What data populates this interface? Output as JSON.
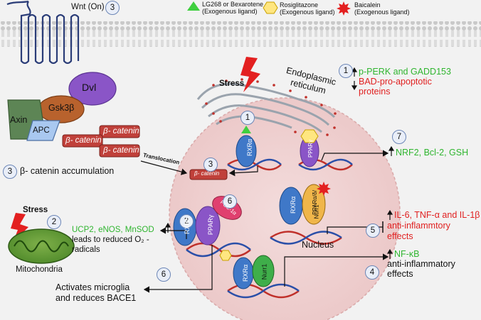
{
  "legend": {
    "ligand1": "LG268 or Bexarotene\n(Exogenous ligand)",
    "ligand1_line1": "LG268 or Bexarotene",
    "ligand1_line2": "(Exogenous ligand)",
    "ligand2_line1": "Rosiglitazone",
    "ligand2_line2": "(Exogenous ligand)",
    "ligand3_line1": "Baicalein",
    "ligand3_line2": "(Exogenous ligand)",
    "colors": {
      "ligand1": "#3fcf3f",
      "ligand2": "#ffe680",
      "ligand3": "#e32020"
    }
  },
  "wnt": {
    "label": "Wnt (On)",
    "step": "3"
  },
  "complex": {
    "dvl": "Dvl",
    "gsk": "Gsk3β",
    "axin": "Axin",
    "apc": "APC"
  },
  "beta_catenin": {
    "box1": "β- catenin",
    "box2": "β- catenin",
    "box3": "β- catenin",
    "nuclear": "β- catenin",
    "translocation": "Translocation",
    "accumulation_step": "3",
    "accumulation": "β- catenin accumulation"
  },
  "stress_top": "Stress",
  "er": {
    "line1": "Endoplasmic",
    "line2": "reticulum"
  },
  "effect1": {
    "step": "1",
    "up": "p-PERK and GADD153",
    "down_line1": "BAD-pro-apoptotic",
    "down_line2": "proteins"
  },
  "effect7": {
    "step": "7",
    "text": "NRF2, Bcl-2, GSH"
  },
  "effect5": {
    "step": "5",
    "line1": "IL-6, TNF-α and IL-1β",
    "line2": "anti-inflammtory",
    "line3": "effects"
  },
  "effect4": {
    "step": "4",
    "line1": "NF-κB",
    "line2": "anti-inflammatory",
    "line3": "effects"
  },
  "effect2": {
    "step": "2",
    "green": "UCP2, eNOS, MnSOD",
    "line2": "leads to reduced O₂ -",
    "line3": "radicals"
  },
  "effect6": {
    "step": "6",
    "line1": "Activates microglia",
    "line2": "and reduces BACE1"
  },
  "mito": {
    "stress": "Stress",
    "label": "Mitochondria"
  },
  "nucleus": {
    "label": "Nucleus",
    "rxr_top": "RXRα",
    "ppar_top": "PPARγ",
    "step_top": "1",
    "step_bc": "3",
    "step_left": "2",
    "step_pgc": "6",
    "rxr_left": "RXRα",
    "ppar_left": "PPARγ",
    "pgc": "PGC-1α",
    "rxr_right": "RXRα",
    "ppar_right": "PPARα/δ/",
    "nurr_right": "Nurr1",
    "rxr_bottom": "RXRα",
    "nurr_bottom": "Nurr1"
  }
}
